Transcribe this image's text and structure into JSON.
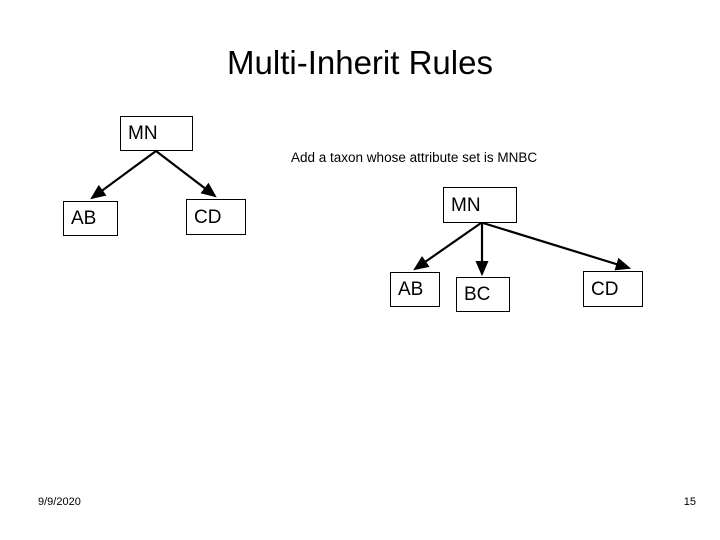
{
  "slide": {
    "title": "Multi-Inherit Rules",
    "annotation": "Add a taxon whose attribute set is MNBC",
    "footer": {
      "date": "9/9/2020",
      "page_number": "15"
    },
    "colors": {
      "background": "#ffffff",
      "text": "#000000",
      "box_border": "#000000",
      "arrow": "#000000"
    }
  },
  "diagram_before": {
    "name": "before-adding-taxon",
    "nodes": [
      {
        "id": "mn",
        "label": "MN"
      },
      {
        "id": "ab",
        "label": "AB"
      },
      {
        "id": "cd",
        "label": "CD"
      }
    ],
    "edges": [
      {
        "from": "MN",
        "to": "AB"
      },
      {
        "from": "MN",
        "to": "CD"
      }
    ]
  },
  "diagram_after": {
    "name": "after-adding-taxon",
    "nodes": [
      {
        "id": "mn",
        "label": "MN"
      },
      {
        "id": "ab",
        "label": "AB"
      },
      {
        "id": "bc",
        "label": "BC"
      },
      {
        "id": "cd",
        "label": "CD"
      }
    ],
    "edges": [
      {
        "from": "MN",
        "to": "AB"
      },
      {
        "from": "MN",
        "to": "BC"
      },
      {
        "from": "MN",
        "to": "CD"
      }
    ]
  }
}
